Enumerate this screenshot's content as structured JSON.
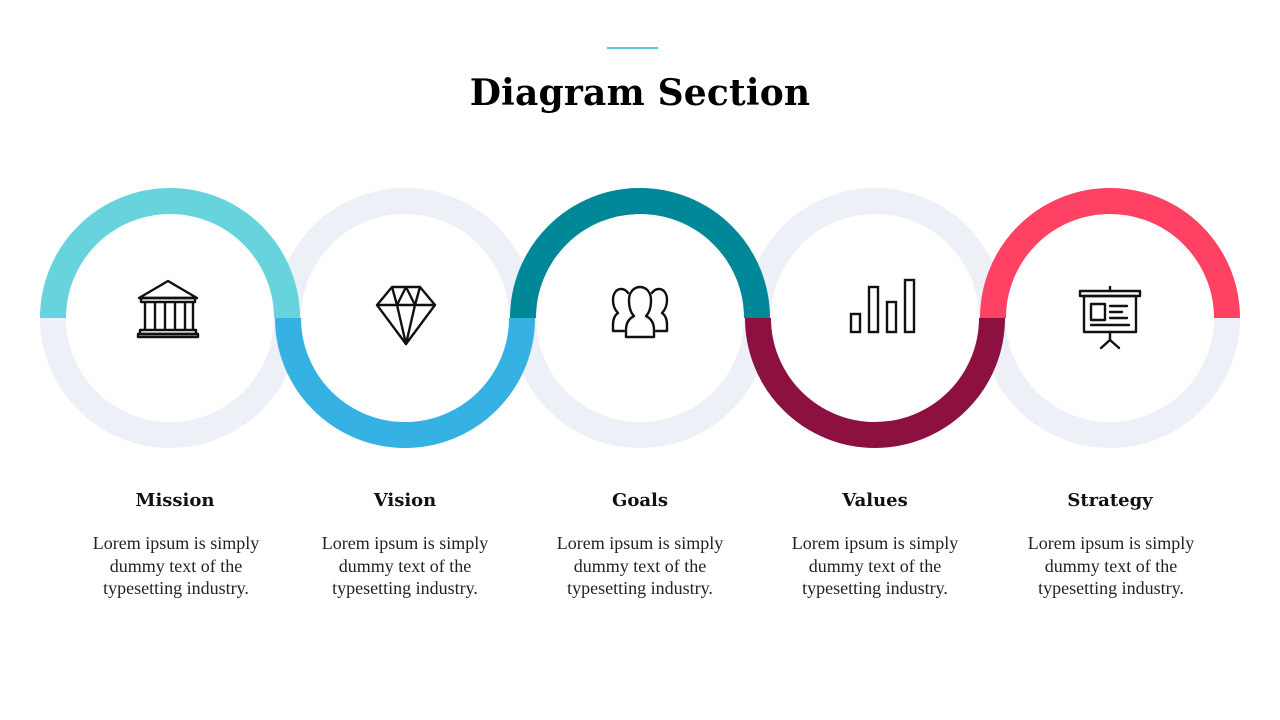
{
  "title": "Diagram Section",
  "colors": {
    "ring_base": "#edf0f7",
    "accent_line": "#5bc8d6"
  },
  "steps": [
    {
      "label": "Mission",
      "description": "Lorem ipsum is simply dummy text of the typesetting industry.",
      "color": "#66d3dd",
      "arc": "top",
      "icon": "bank-icon"
    },
    {
      "label": "Vision",
      "description": "Lorem ipsum is simply dummy text of the typesetting industry.",
      "color": "#36b1e3",
      "arc": "bottom",
      "icon": "diamond-icon"
    },
    {
      "label": "Goals",
      "description": "Lorem ipsum is simply dummy text of the typesetting industry.",
      "color": "#018898",
      "arc": "top",
      "icon": "team-icon"
    },
    {
      "label": "Values",
      "description": "Lorem ipsum is simply dummy text of the typesetting industry.",
      "color": "#8c1140",
      "arc": "bottom",
      "icon": "bar-chart-icon"
    },
    {
      "label": "Strategy",
      "description": "Lorem ipsum is simply dummy text of the typesetting industry.",
      "color": "#ff4163",
      "arc": "top",
      "icon": "presentation-board-icon"
    }
  ]
}
